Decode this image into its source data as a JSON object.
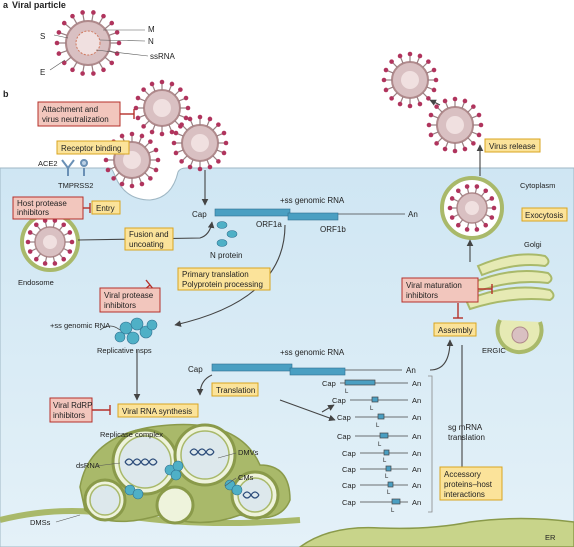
{
  "panel_a": {
    "letter": "a",
    "title": "Viral particle"
  },
  "particle_labels": {
    "s": "S",
    "m": "M",
    "n": "N",
    "ssrna": "ssRNA",
    "e": "E"
  },
  "panel_b": {
    "letter": "b"
  },
  "receptors": {
    "ace2": "ACE2",
    "tmprss2": "TMPRSS2"
  },
  "compartments": {
    "cytoplasm": "Cytoplasm",
    "endosome": "Endosome",
    "golgi": "Golgi",
    "ergic": "ERGIC",
    "er": "ER",
    "dms": "DMSs",
    "dmvs": "DMVs",
    "cms": "CMs",
    "dsrna": "dsRNA",
    "replicase_complex": "Replicase complex"
  },
  "steps": {
    "receptor_binding": "Receptor binding",
    "entry": "Entry",
    "fusion": [
      "Fusion and",
      "uncoating"
    ],
    "primary_translation": [
      "Primary translation",
      "Polyprotein processing"
    ],
    "translation": "Translation",
    "viral_rna_synthesis": "Viral RNA synthesis",
    "assembly": "Assembly",
    "exocytosis": "Exocytosis",
    "virus_release": "Virus release",
    "accessory": [
      "Accessory",
      "proteins–host",
      "interactions"
    ]
  },
  "inhibitors": {
    "attachment": [
      "Attachment and",
      "virus neutralization"
    ],
    "host_protease": [
      "Host protease",
      "inhibitors"
    ],
    "viral_protease": [
      "Viral protease",
      "inhibitors"
    ],
    "rdrp": [
      "Viral RdRP",
      "inhibitors"
    ],
    "maturation": [
      "Viral maturation",
      "inhibitors"
    ]
  },
  "genome": {
    "cap": "Cap",
    "an": "An",
    "ss_genomic_rna": "+ss genomic RNA",
    "orf1a": "ORF1a",
    "orf1b": "ORF1b",
    "n_protein": "N protein",
    "replicative_nsps": "Replicative nsps",
    "l": "L",
    "sg_mrna": [
      "sg mRNA",
      "translation"
    ]
  },
  "colors": {
    "inhibitor_fill": "#f2c6bd",
    "inhibitor_border": "#b5302a",
    "step_fill": "#fbe39a",
    "step_border": "#d9a520",
    "cytoplasm": "#ddeef7",
    "membrane": "#a9b96a",
    "rna": "#3a8fb0",
    "virion": "#b08a8c",
    "spike": "#b0345d"
  }
}
